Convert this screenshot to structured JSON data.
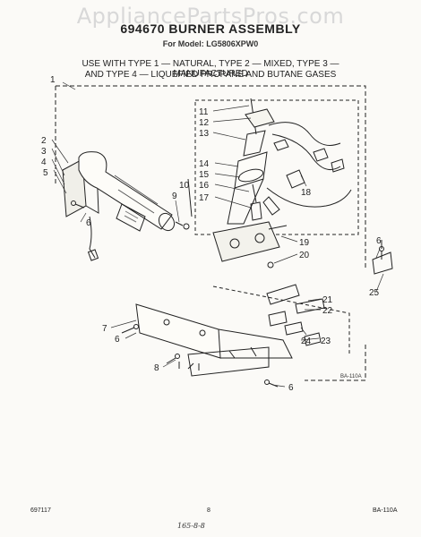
{
  "header": {
    "watermark": "AppliancePartsPros.com",
    "title": "694670 BURNER ASSEMBLY",
    "model": "For Model: LG5806XPW0",
    "usage_line1": "USE WITH TYPE 1 — NATURAL, TYPE 2 — MIXED, TYPE 3 — MANUFACTURED",
    "usage_line2": "AND TYPE 4 — LIQUEFIED PROPANE AND BUTANE GASES"
  },
  "diagram": {
    "callouts": [
      "1",
      "2",
      "3",
      "4",
      "5",
      "6",
      "7",
      "6",
      "8",
      "9",
      "10",
      "11",
      "12",
      "13",
      "14",
      "15",
      "16",
      "17",
      "18",
      "19",
      "20",
      "21",
      "22",
      "23",
      "24",
      "25",
      "6",
      "6"
    ],
    "drawing_code": "BA-110A"
  },
  "footer": {
    "left": "697117",
    "center": "8",
    "right": "BA-110A",
    "handwritten": "165-8-8"
  }
}
